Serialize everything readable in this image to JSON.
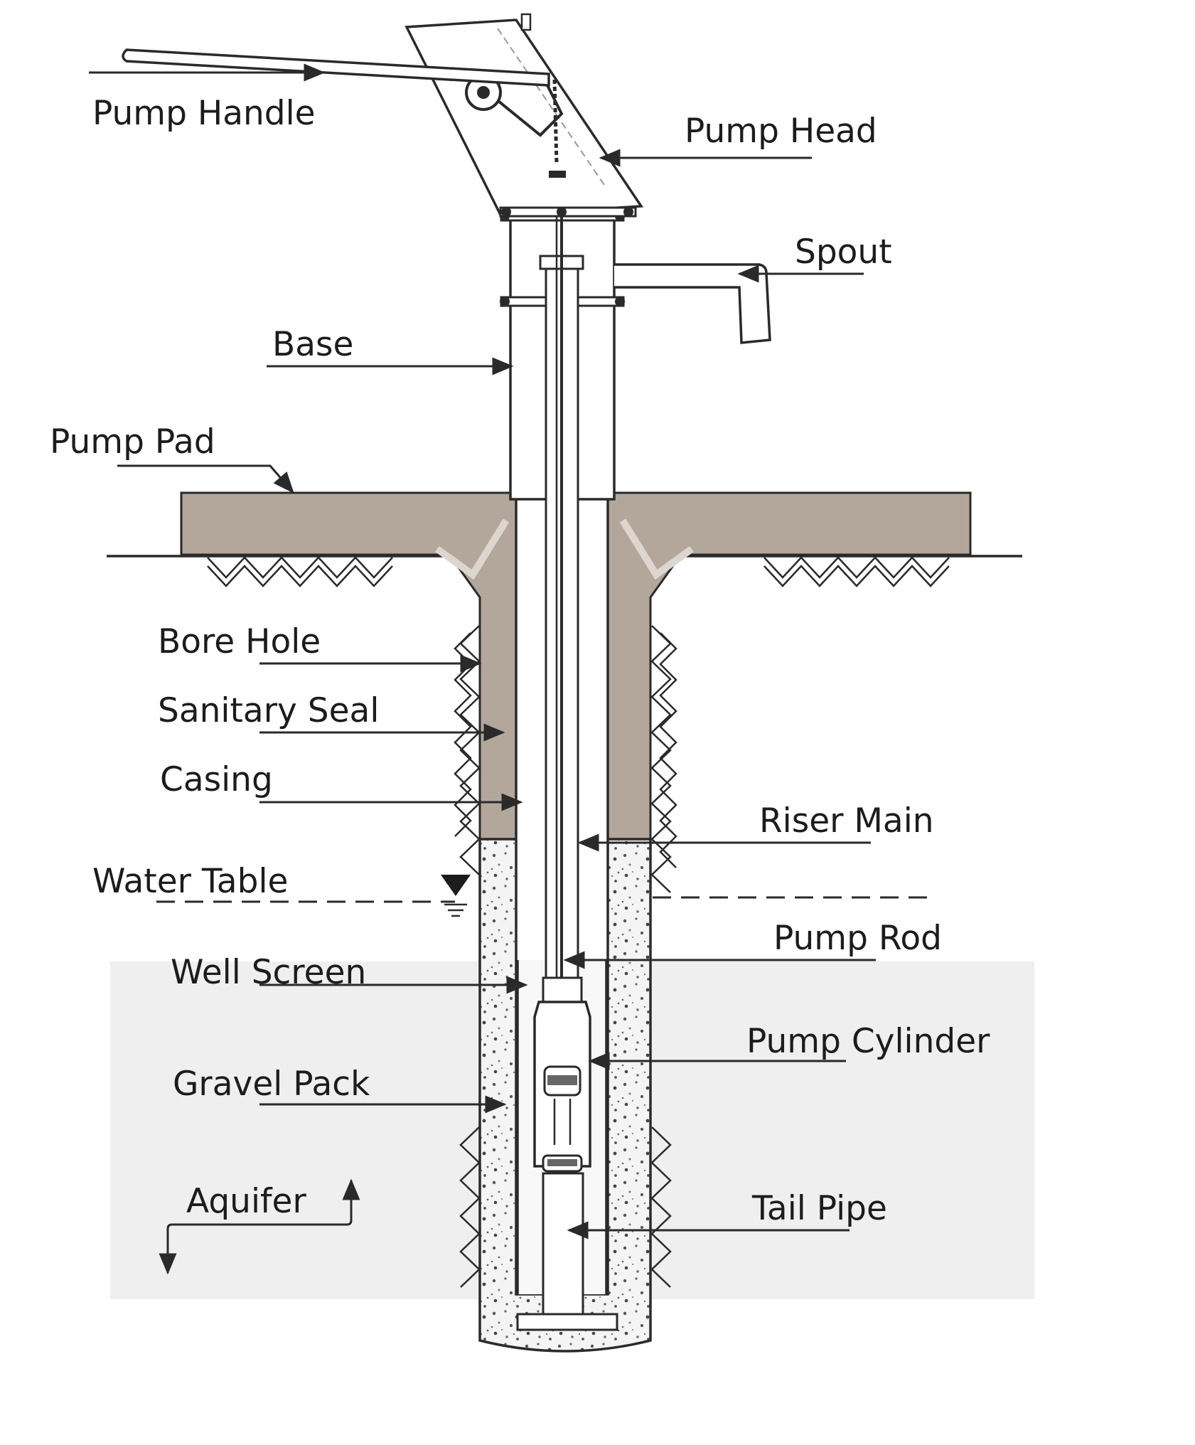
{
  "labels": {
    "pump_handle": "Pump Handle",
    "pump_head": "Pump Head",
    "spout": "Spout",
    "base": "Base",
    "pump_pad": "Pump Pad",
    "bore_hole": "Bore Hole",
    "sanitary_seal": "Sanitary Seal",
    "casing": "Casing",
    "riser_main": "Riser Main",
    "water_table": "Water Table",
    "pump_rod": "Pump Rod",
    "well_screen": "Well Screen",
    "pump_cylinder": "Pump Cylinder",
    "gravel_pack": "Gravel Pack",
    "tail_pipe": "Tail Pipe",
    "aquifer": "Aquifer"
  },
  "colors": {
    "concrete": "#b3a79c",
    "aquifer_zone": "#efefef",
    "gravel": "#f3f3f3",
    "ink": "#2a2a2a"
  }
}
